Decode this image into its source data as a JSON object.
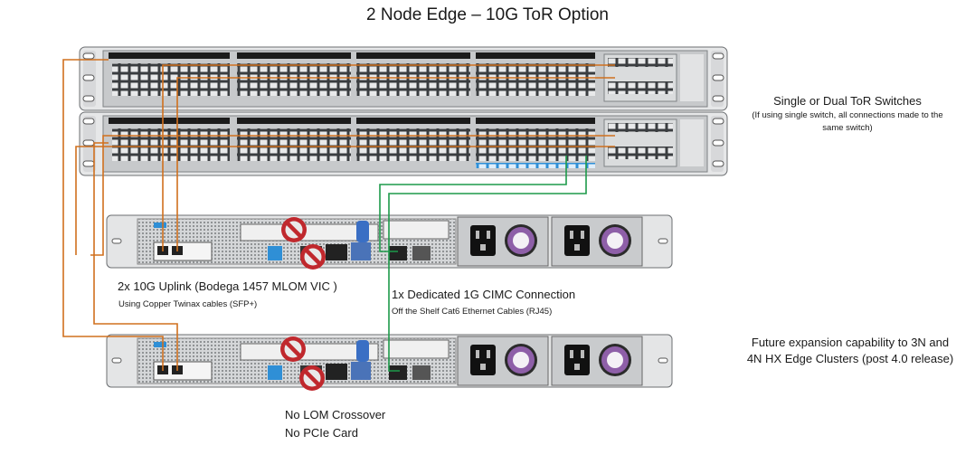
{
  "title": "2 Node Edge – 10G ToR Option",
  "switch_note": {
    "heading": "Single or Dual ToR Switches",
    "detail_line1": "(If using single switch, all connections made to the",
    "detail_line2": "same switch)"
  },
  "uplink": {
    "heading": "2x 10G Uplink (Bodega 1457 MLOM VIC )",
    "detail": "Using Copper Twinax cables (SFP+)"
  },
  "cimc": {
    "heading": "1x Dedicated 1G CIMC Connection",
    "detail": "Off the Shelf Cat6 Ethernet Cables (RJ45)"
  },
  "future": {
    "line1": "Future expansion capability to 3N and",
    "line2": "4N HX Edge Clusters (post 4.0 release)"
  },
  "notes": {
    "no_lom": "No LOM Crossover",
    "no_pcie": "No PCIe Card"
  },
  "colors": {
    "uplink_cable": "#d0701e",
    "cimc_cable": "#1d9a4a",
    "prohibit_red": "#c0282d",
    "switch_body": "#b9bcbf",
    "server_body": "#d4d6d8",
    "psu_fan": "#8e5fa8"
  }
}
